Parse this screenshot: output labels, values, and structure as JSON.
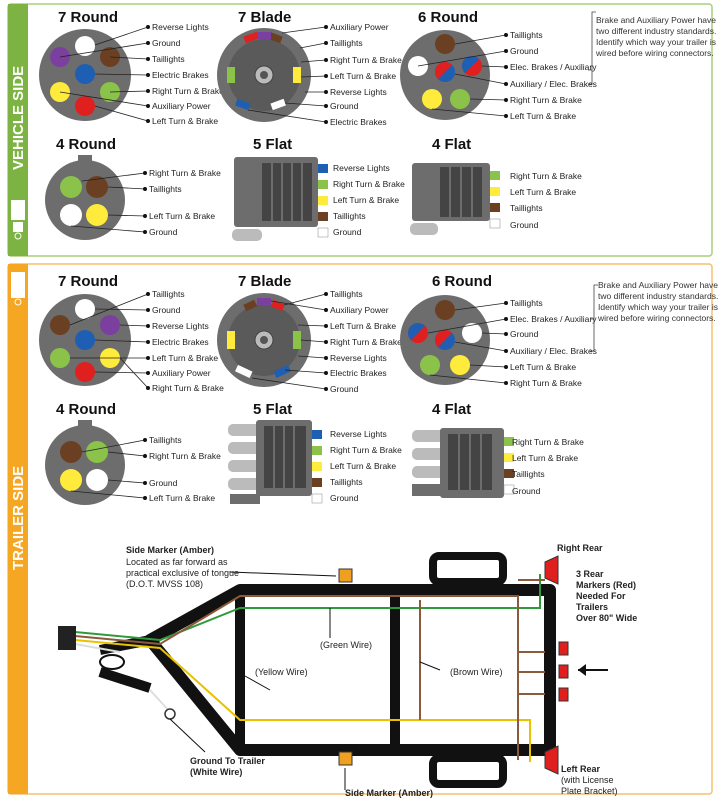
{
  "colors": {
    "vehicle_band": "#7cb342",
    "trailer_band": "#f5a623",
    "connector_gray": "#6d6d6d",
    "pin_white": "#ffffff",
    "pin_brown": "#6b3f22",
    "pin_green": "#8bc34a",
    "pin_yellow": "#ffeb3b",
    "pin_blue": "#1e5fb4",
    "pin_red": "#e0201f",
    "pin_purple": "#7b3fa0",
    "amber": "#f0a020"
  },
  "vehicle": {
    "side_label": "VEHICLE SIDE",
    "round7": {
      "title": "7 Round",
      "labels": [
        "Reverse Lights",
        "Ground",
        "Taillights",
        "Electric Brakes",
        "Right Turn & Brake",
        "Auxiliary Power",
        "Left Turn & Brake"
      ]
    },
    "blade7": {
      "title": "7 Blade",
      "labels": [
        "Auxiliary Power",
        "Taillights",
        "Right Turn & Brake",
        "Left Turn & Brake",
        "Reverse Lights",
        "Ground",
        "Electric Brakes"
      ]
    },
    "round6": {
      "title": "6 Round",
      "labels": [
        "Taillights",
        "Ground",
        "Elec. Brakes / Auxiliary",
        "Auxiliary / Elec. Brakes",
        "Right Turn & Brake",
        "Left Turn & Brake"
      ],
      "note": [
        "Brake and Auxiliary Power have",
        "two different industry standards.",
        "Identify which way your trailer is",
        "wired before wiring connectors."
      ]
    },
    "round4": {
      "title": "4 Round",
      "labels": [
        "Right Turn & Brake",
        "Taillights",
        "Left Turn & Brake",
        "Ground"
      ]
    },
    "flat5": {
      "title": "5 Flat",
      "labels": [
        "Reverse Lights",
        "Right Turn & Brake",
        "Left Turn & Brake",
        "Taillights",
        "Ground"
      ]
    },
    "flat4": {
      "title": "4 Flat",
      "labels": [
        "Right Turn & Brake",
        "Left Turn & Brake",
        "Taillights",
        "Ground"
      ]
    }
  },
  "trailer": {
    "side_label": "TRAILER SIDE",
    "round7": {
      "title": "7 Round",
      "labels": [
        "Taillights",
        "Ground",
        "Reverse Lights",
        "Electric Brakes",
        "Left Turn & Brake",
        "Auxiliary Power",
        "Right Turn & Brake"
      ]
    },
    "blade7": {
      "title": "7 Blade",
      "labels": [
        "Taillights",
        "Auxiliary Power",
        "Left Turn & Brake",
        "Right Turn & Brake",
        "Reverse Lights",
        "Electric Brakes",
        "Ground"
      ]
    },
    "round6": {
      "title": "6 Round",
      "labels": [
        "Taillights",
        "Elec. Brakes / Auxiliary",
        "Ground",
        "Auxiliary / Elec. Brakes",
        "Left Turn & Brake",
        "Right Turn & Brake"
      ],
      "note": [
        "Brake and Auxiliary Power have",
        "two different industry standards.",
        "Identify which way your trailer is",
        "wired before wiring connectors."
      ]
    },
    "round4": {
      "title": "4 Round",
      "labels": [
        "Taillights",
        "Right Turn & Brake",
        "Ground",
        "Left Turn & Brake"
      ]
    },
    "flat5": {
      "title": "5 Flat",
      "labels": [
        "Reverse Lights",
        "Right Turn & Brake",
        "Left Turn & Brake",
        "Taillights",
        "Ground"
      ]
    },
    "flat4": {
      "title": "4 Flat",
      "labels": [
        "Right Turn & Brake",
        "Left Turn & Brake",
        "Taillights",
        "Ground"
      ]
    }
  },
  "diagram": {
    "side_marker_top": [
      "Side Marker (Amber)",
      "Located as far forward as",
      "practical exclusive of tongue",
      "(D.O.T. MVSS 108)"
    ],
    "green_wire": "(Green Wire)",
    "yellow_wire": "(Yellow Wire)",
    "brown_wire": "(Brown Wire)",
    "right_rear": "Right Rear",
    "rear_markers": [
      "3 Rear",
      "Markers (Red)",
      "Needed For",
      "Trailers",
      "Over 80\" Wide"
    ],
    "ground_to_trailer": [
      "Ground To Trailer",
      "(White Wire)"
    ],
    "side_marker_bottom": "Side Marker (Amber)",
    "left_rear": [
      "Left Rear",
      "(with License",
      "Plate Bracket)"
    ]
  }
}
